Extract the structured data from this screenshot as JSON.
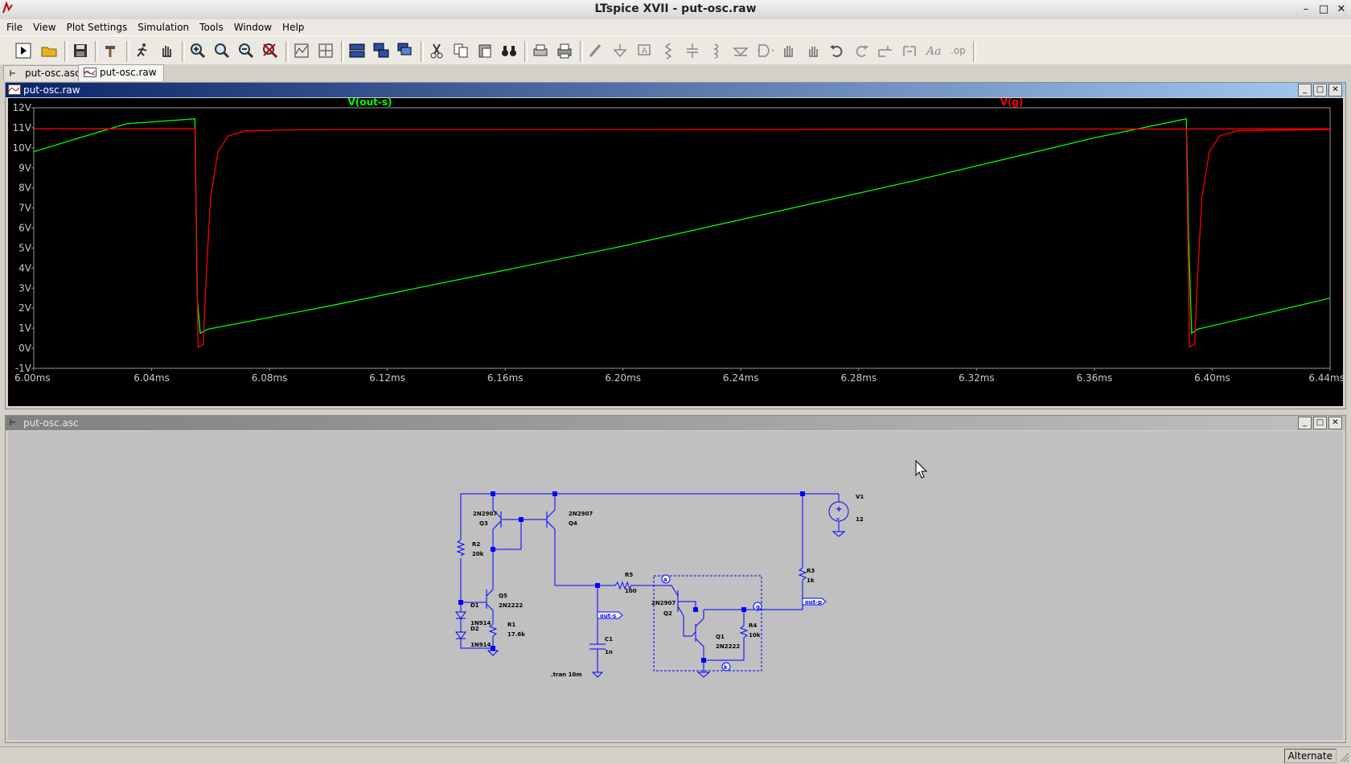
{
  "window": {
    "title": "LTspice XVII - put-osc.raw"
  },
  "menu": [
    "File",
    "View",
    "Plot Settings",
    "Simulation",
    "Tools",
    "Window",
    "Help"
  ],
  "tabs": [
    {
      "label": "put-osc.asc",
      "active": false
    },
    {
      "label": "put-osc.raw",
      "active": true
    }
  ],
  "plot_pane": {
    "title": "put-osc.raw"
  },
  "schematic_pane": {
    "title": "put-osc.asc"
  },
  "chart_data": {
    "type": "line",
    "xlim": [
      6.0,
      6.44
    ],
    "ylim": [
      -1,
      12
    ],
    "x_unit": "ms",
    "y_unit": "V",
    "xticks": [
      "6.00ms",
      "6.04ms",
      "6.08ms",
      "6.12ms",
      "6.16ms",
      "6.20ms",
      "6.24ms",
      "6.28ms",
      "6.32ms",
      "6.36ms",
      "6.40ms",
      "6.44ms"
    ],
    "yticks": [
      "12V",
      "11V",
      "10V",
      "9V",
      "8V",
      "7V",
      "6V",
      "5V",
      "4V",
      "3V",
      "2V",
      "1V",
      "0V",
      "-1V"
    ],
    "series": [
      {
        "name": "V(out-s)",
        "color": "#00ff00",
        "x": [
          6.0,
          6.0155,
          6.0315,
          6.0547,
          6.0555,
          6.0565,
          6.059,
          6.1,
          6.2,
          6.3,
          6.36,
          6.3912,
          6.392,
          6.393,
          6.395,
          6.44
        ],
        "y": [
          9.8,
          10.5,
          11.2,
          11.45,
          2.5,
          0.75,
          0.95,
          2.1,
          5.1,
          8.4,
          10.5,
          11.45,
          5.4,
          0.75,
          0.95,
          2.5
        ]
      },
      {
        "name": "V(g)",
        "color": "#ff0000",
        "x": [
          6.0,
          6.0547,
          6.0552,
          6.0558,
          6.0575,
          6.0585,
          6.06,
          6.0625,
          6.066,
          6.072,
          6.09,
          6.44
        ],
        "y": [
          10.95,
          10.95,
          6.0,
          0.05,
          0.2,
          3.5,
          7.5,
          9.8,
          10.6,
          10.85,
          10.9,
          10.95
        ],
        "x2": [
          6.3912,
          6.3917,
          6.3923,
          6.394,
          6.395,
          6.3965,
          6.399,
          6.4025,
          6.4085,
          6.44
        ],
        "y2": [
          10.95,
          6.0,
          0.05,
          0.2,
          3.5,
          7.5,
          9.8,
          10.6,
          10.85,
          10.92
        ]
      }
    ]
  },
  "schematic": {
    "labels": {
      "q3_model": "2N2907",
      "q3": "Q3",
      "q4_model": "2N2907",
      "q4": "Q4",
      "r2": "R2",
      "r2v": "20k",
      "q5": "Q5",
      "q5_model": "2N2222",
      "d1": "D1",
      "d1_model": "1N914",
      "d2": "D2",
      "d2_model": "1N914",
      "r1": "R1",
      "r1v": "17.6k",
      "r5": "R5",
      "r5v": "100",
      "c1": "C1",
      "c1v": "1n",
      "q2_model": "2N2907",
      "q2": "Q2",
      "q1": "Q1",
      "q1_model": "2N2222",
      "r4": "R4",
      "r4v": "10k",
      "r3": "R3",
      "r3v": "1k",
      "v1": "V1",
      "v1v": "12",
      "net_out_s": "out-s",
      "net_out_p": "out-p",
      "pin_a": "a",
      "pin_g": "g",
      "pin_k": "k",
      "tran": ".tran 10m"
    }
  },
  "status": {
    "mode": "Alternate"
  }
}
